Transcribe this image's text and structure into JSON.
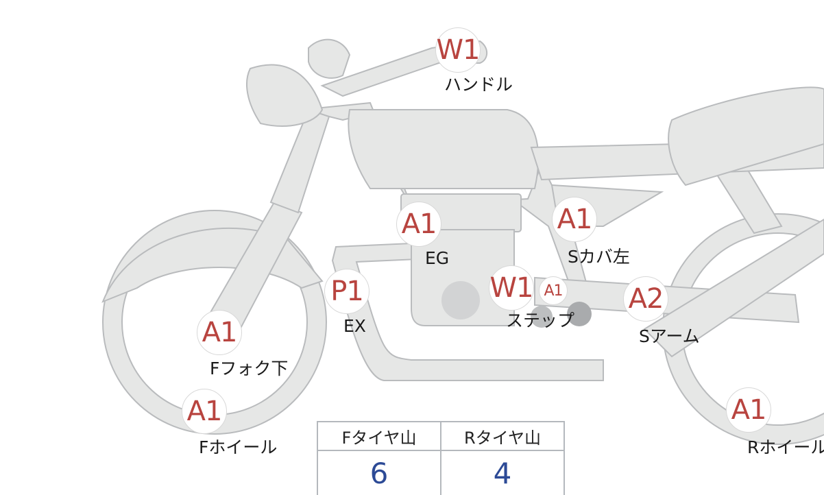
{
  "colors": {
    "part_fill": "#e6e7e6",
    "part_stroke": "#b9bbbd",
    "code": "#b8443f",
    "value": "#2c4a96"
  },
  "markers": [
    {
      "code": "W1",
      "label": "ハンドル"
    },
    {
      "code": "A1",
      "label": "EG"
    },
    {
      "code": "A1",
      "label": "Sカバ左"
    },
    {
      "code": "P1",
      "label": "EX"
    },
    {
      "code": "W1",
      "label": "ステップ"
    },
    {
      "code": "A1"
    },
    {
      "code": "A2",
      "label": "Sアーム"
    },
    {
      "code": "A1",
      "label": "Fフォク下"
    },
    {
      "code": "A1",
      "label": "Fホイール"
    },
    {
      "code": "A1",
      "label": "Rホイール"
    }
  ],
  "tread_table": {
    "headers": [
      "Fタイヤ山",
      "Rタイヤ山"
    ],
    "values": [
      "6",
      "4"
    ]
  }
}
